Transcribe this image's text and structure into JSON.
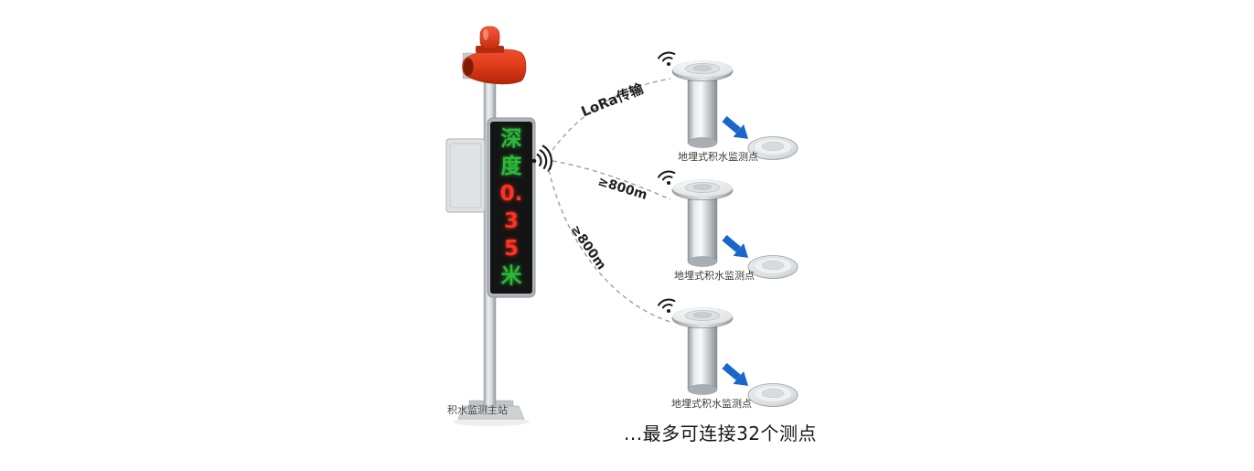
{
  "station": {
    "label": "积水监测主站",
    "display_lines": [
      {
        "text": "深",
        "color": "green"
      },
      {
        "text": "度",
        "color": "green"
      },
      {
        "text": "0.",
        "color": "red"
      },
      {
        "text": "3",
        "color": "red"
      },
      {
        "text": "5",
        "color": "red"
      },
      {
        "text": "米",
        "color": "green"
      }
    ]
  },
  "links": [
    {
      "label": "LoRa传输"
    },
    {
      "label": "≥800m"
    },
    {
      "label": "≥800m"
    }
  ],
  "sensors": [
    {
      "label": "地埋式积水监测点"
    },
    {
      "label": "地埋式积水监测点"
    },
    {
      "label": "地埋式积水监测点"
    }
  ],
  "caption": "...最多可连接32个测点",
  "colors": {
    "led_green": "#2db83a",
    "led_red": "#ff3222",
    "siren_red": "#d93a18",
    "arrow_blue": "#1a66c9",
    "link_line": "#98a1a8"
  }
}
